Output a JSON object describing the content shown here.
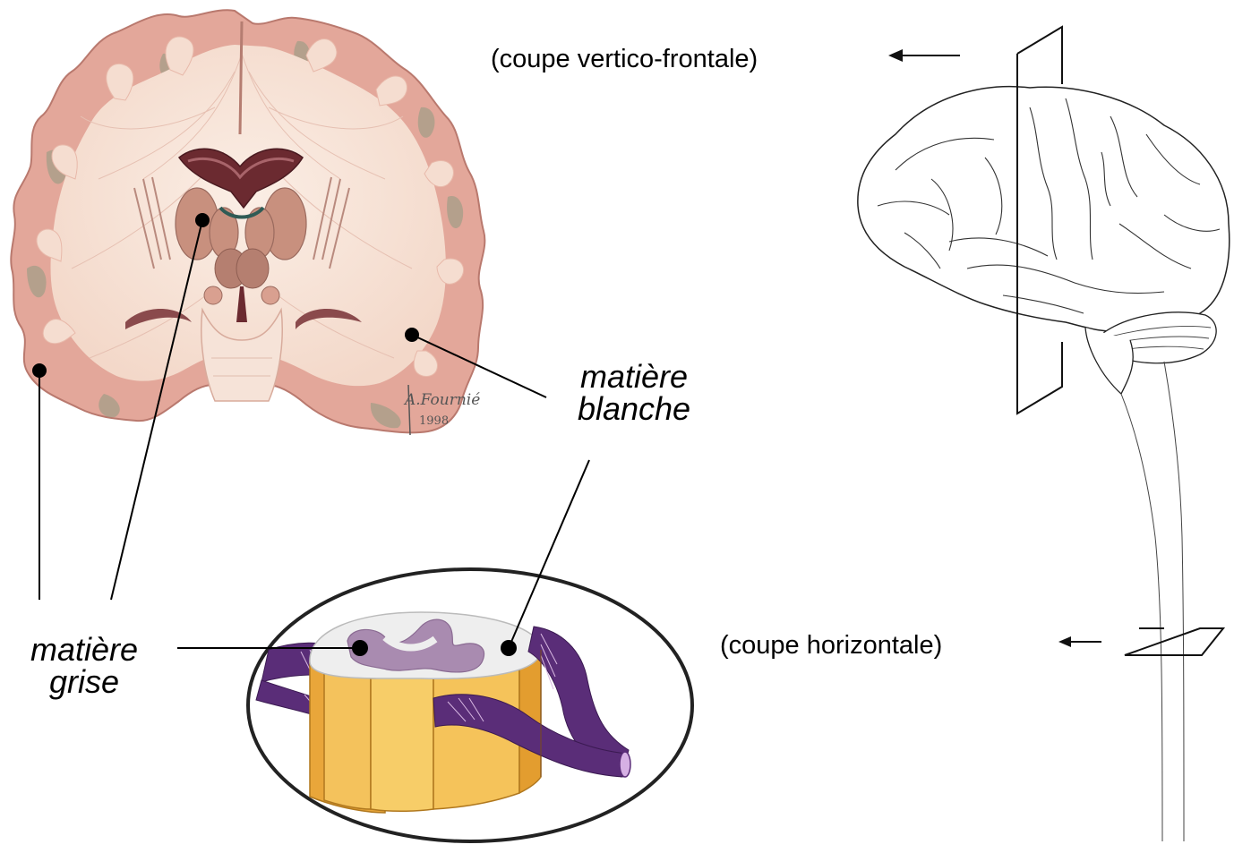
{
  "labels": {
    "vertico_frontal": "(coupe vertico-frontale)",
    "horizontal": "(coupe horizontale)",
    "white_matter": [
      "matière",
      "blanche"
    ],
    "gray_matter": [
      "matière",
      "grise"
    ]
  },
  "signature": {
    "name": "A.Fournié",
    "year": "1998"
  },
  "colors": {
    "brain_gray_matter": "#e3a79a",
    "brain_white_matter": "#f7e3d6",
    "brain_sulci_shadow": "#8e9b82",
    "ventricle": "#6b2a30",
    "basal_nuclei": "#c8907e",
    "cord_white": "#eeeeee",
    "cord_gray": "#a98bb0",
    "cord_column": "#f2b94a",
    "nerve_root": "#5a2d78"
  },
  "icons": [
    "arrow-left-icon",
    "arrow-left-icon",
    "plane-vertical-icon",
    "plane-horizontal-icon"
  ]
}
